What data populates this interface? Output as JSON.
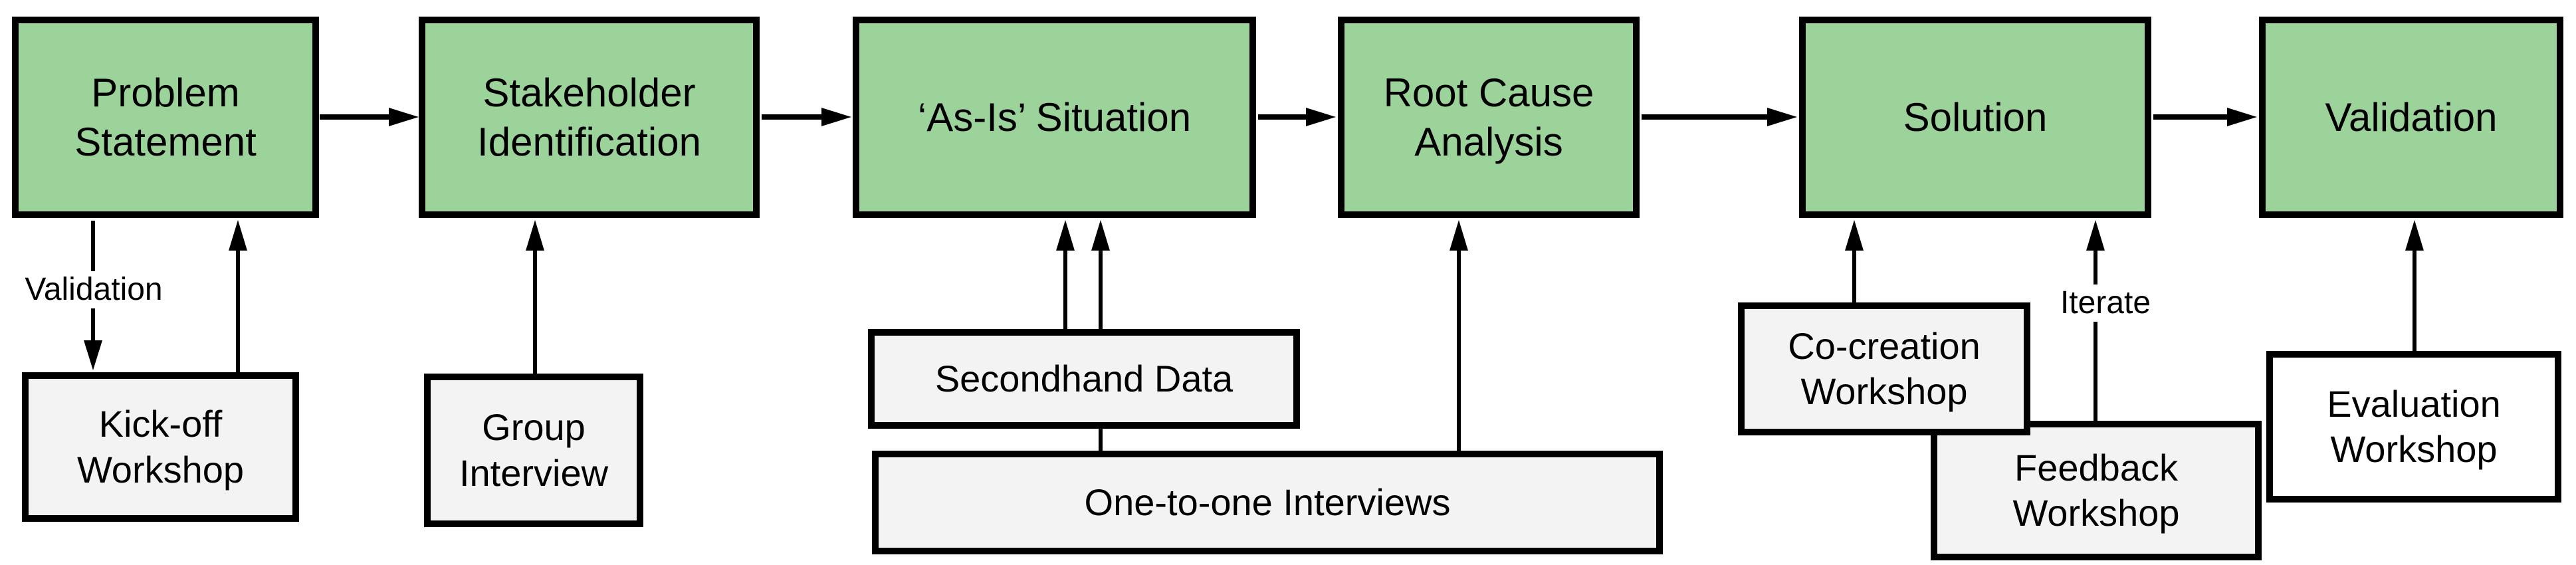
{
  "diagram": {
    "stages": [
      {
        "label": "Problem Statement"
      },
      {
        "label": "Stakeholder Identification"
      },
      {
        "label": "‘As-Is’ Situation"
      },
      {
        "label": "Root Cause Analysis"
      },
      {
        "label": "Solution"
      },
      {
        "label": "Validation"
      }
    ],
    "methods": [
      {
        "label": "Kick-off Workshop"
      },
      {
        "label": "Group Interview"
      },
      {
        "label": "Secondhand Data"
      },
      {
        "label": "One-to-one Interviews"
      },
      {
        "label": "Co-creation Workshop"
      },
      {
        "label": "Feedback Workshop"
      },
      {
        "label": "Evaluation Workshop"
      }
    ],
    "edge_labels": {
      "validation": "Validation",
      "iterate": "Iterate"
    },
    "colors": {
      "stage_fill": "#9CD39A",
      "method_fill": "#F3F3F3",
      "evaluation_fill": "#FFFFFF",
      "line": "#000000",
      "background": "#FFFFFF"
    }
  }
}
